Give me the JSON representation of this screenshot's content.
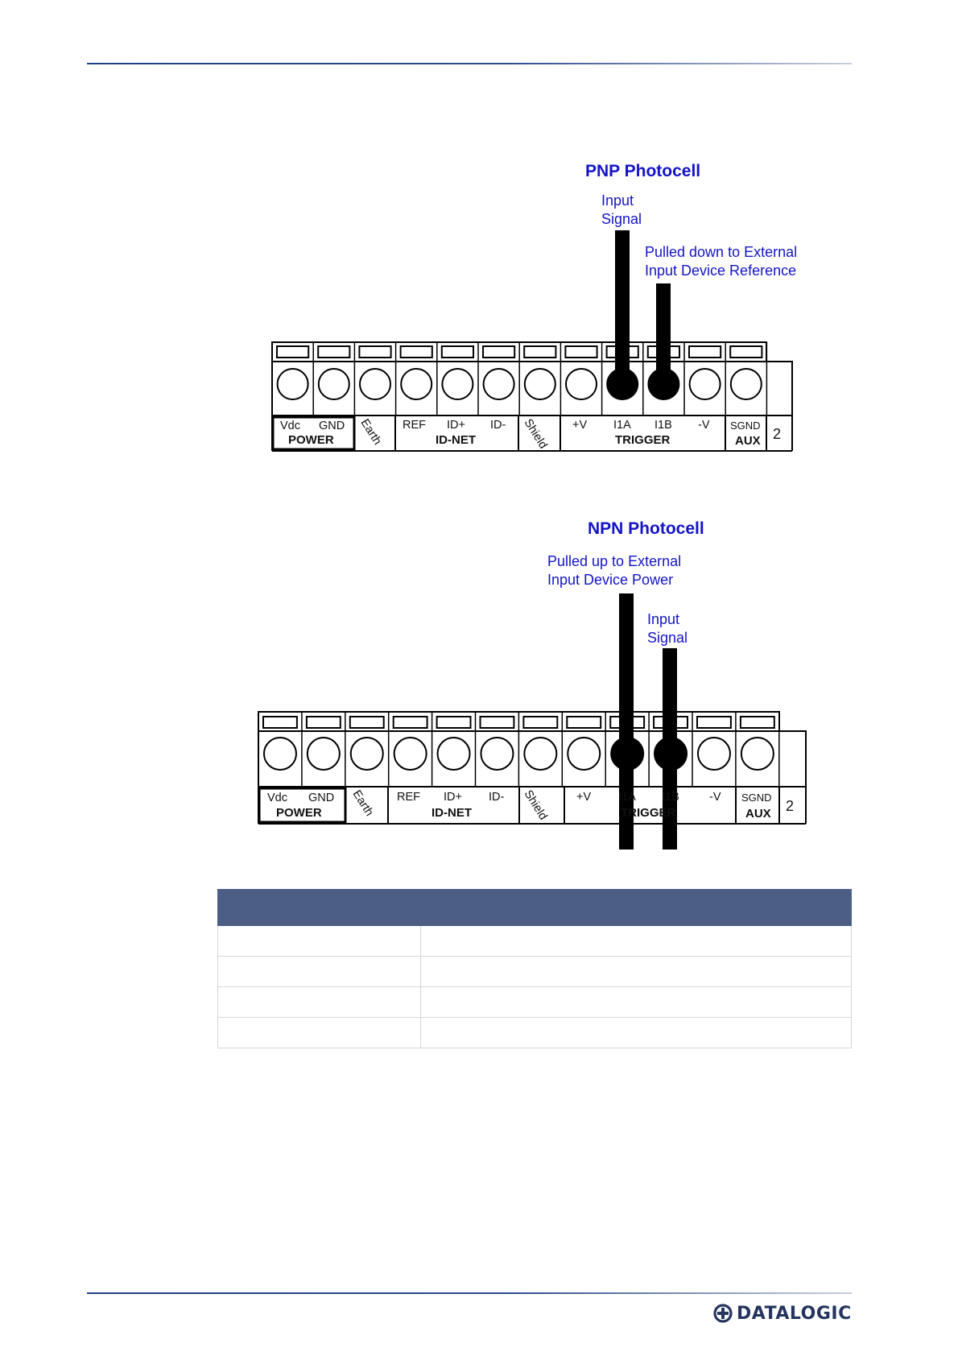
{
  "pnp": {
    "title": "PNP Photocell",
    "input_signal_line1": "Input",
    "input_signal_line2": "Signal",
    "note_line1": "Pulled down to External",
    "note_line2": "Input Device Reference"
  },
  "npn": {
    "title": "NPN Photocell",
    "note_line1": "Pulled up to External",
    "note_line2": "Input Device Power",
    "input_signal_line1": "Input",
    "input_signal_line2": "Signal"
  },
  "terminal_block": {
    "terminals": [
      "Vdc",
      "GND",
      "Earth",
      "REF",
      "ID+",
      "ID-",
      "Shield",
      "+V",
      "I1A",
      "I1B",
      "-V",
      "SGND"
    ],
    "groups": {
      "power": "POWER",
      "idnet": "ID-NET",
      "trigger": "TRIGGER",
      "aux": "AUX"
    },
    "side_number": "2"
  },
  "table": {
    "headers": [
      "",
      ""
    ],
    "rows": [
      [
        "",
        ""
      ],
      [
        "",
        ""
      ],
      [
        "",
        ""
      ],
      [
        "",
        ""
      ]
    ]
  },
  "footer": {
    "logo_text": "DATALOGIC"
  }
}
